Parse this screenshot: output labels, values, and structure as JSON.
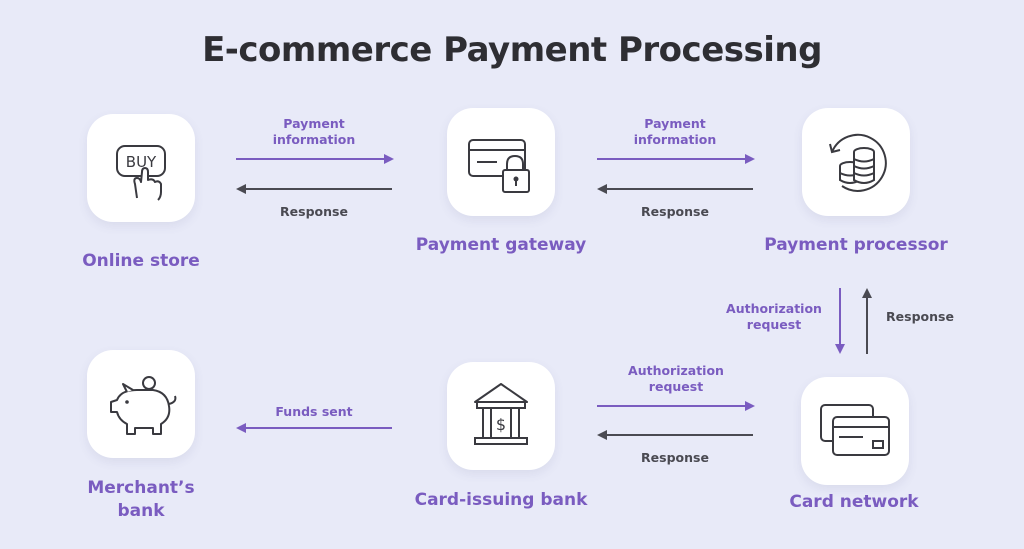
{
  "title": "E-commerce Payment Processing",
  "colors": {
    "accent": "#7a5cc0",
    "dark": "#4a4a52",
    "background": "#e8eaf8"
  },
  "nodes": {
    "online_store": {
      "label": "Online store",
      "icon": "buy-button-hand-icon",
      "icon_text": "BUY"
    },
    "payment_gateway": {
      "label": "Payment gateway",
      "icon": "card-with-lock-icon"
    },
    "payment_processor": {
      "label": "Payment processor",
      "icon": "coins-cycle-icon"
    },
    "card_network": {
      "label": "Card network",
      "icon": "credit-cards-icon"
    },
    "card_issuing_bank": {
      "label": "Card-issuing bank",
      "icon": "bank-building-icon",
      "icon_text": "$"
    },
    "merchants_bank": {
      "label": "Merchant’s bank",
      "icon": "piggy-bank-icon"
    }
  },
  "edges": {
    "store_to_gateway": "Payment information",
    "gateway_to_store": "Response",
    "gateway_to_processor": "Payment information",
    "processor_to_gateway": "Response",
    "processor_to_network": "Authorization request",
    "network_to_processor": "Response",
    "issuing_to_network": "Authorization request",
    "network_to_issuing": "Response",
    "issuing_to_merchant": "Funds sent"
  }
}
